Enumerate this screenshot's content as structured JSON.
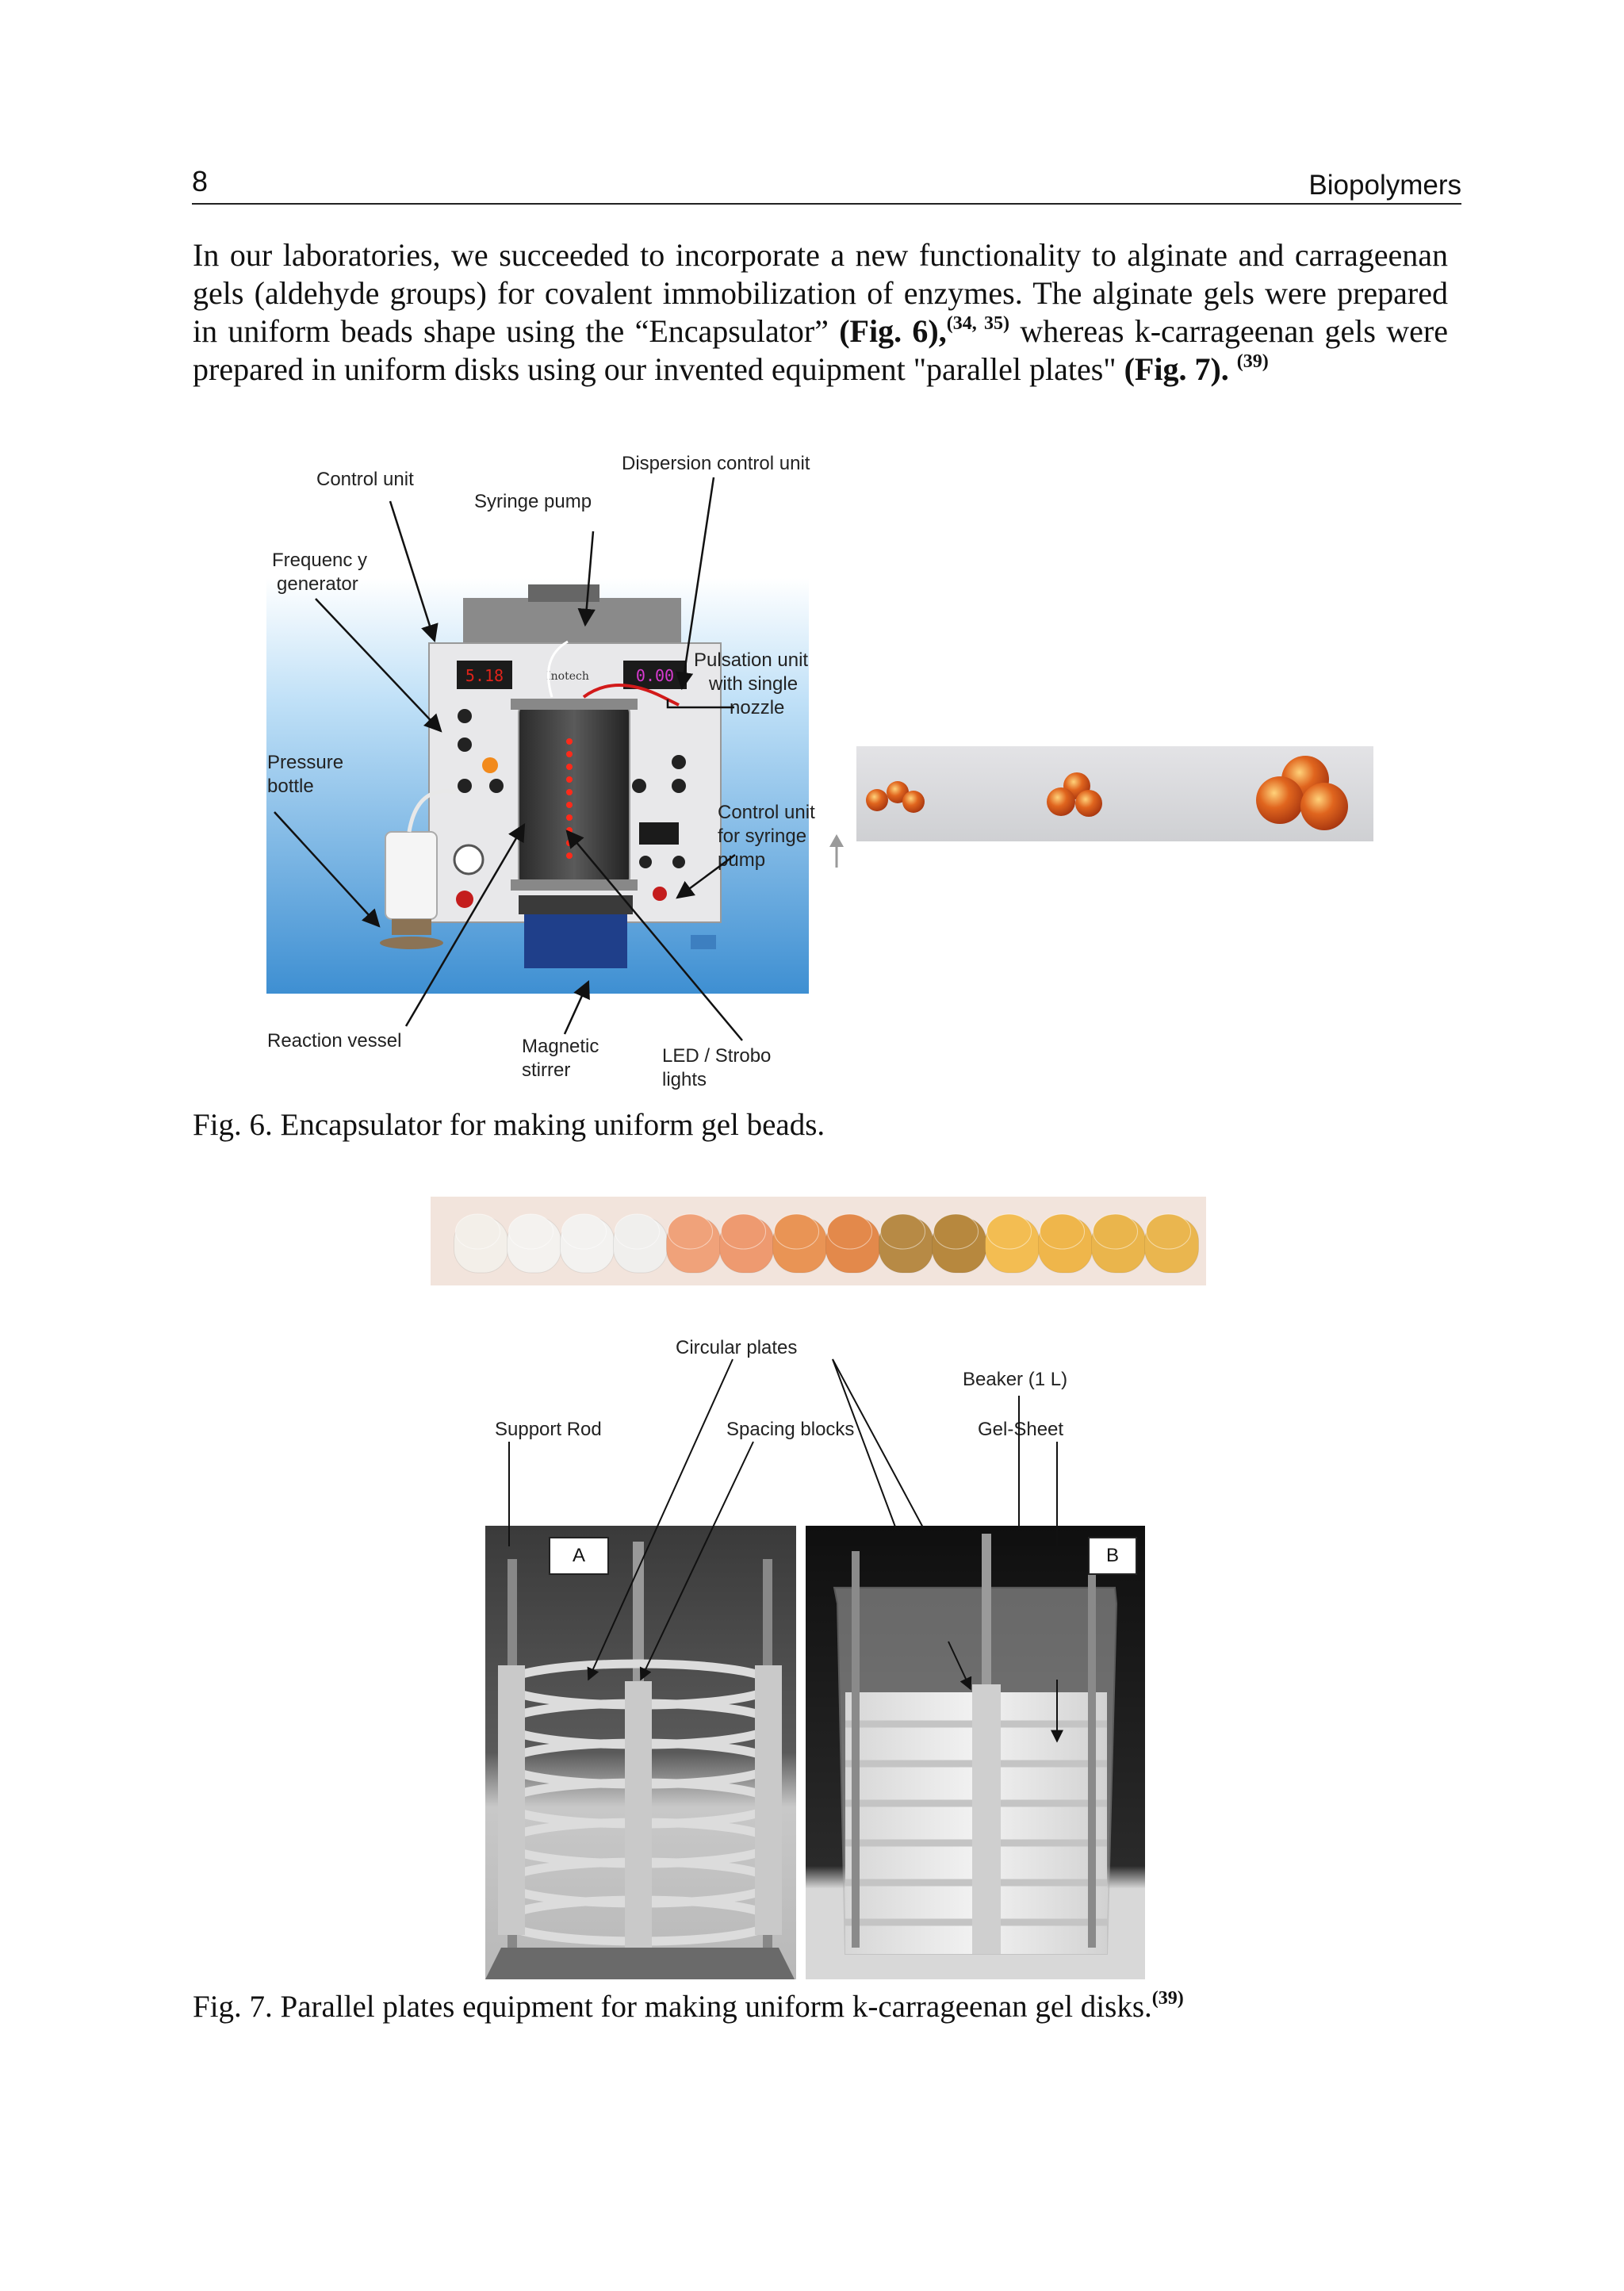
{
  "header": {
    "page_number": "8",
    "running_title": "Biopolymers"
  },
  "paragraph": {
    "text_1": "In our laboratories, we succeeded to incorporate a new functionality to alginate and carrageenan gels (aldehyde groups) for covalent immobilization of enzymes. The alginate gels were prepared in uniform beads shape using the “Encapsulator” ",
    "ref_fig6": "(Fig. 6),",
    "cite_fig6": "(34, 35)",
    "text_2": " whereas k-carrageenan gels were prepared in uniform disks using our invented equipment \"parallel plates\" ",
    "ref_fig7": "(Fig. 7).",
    "cite_fig7": "(39)"
  },
  "figure6": {
    "labels": {
      "control_unit": "Control unit",
      "syringe_pump": "Syringe pump",
      "dispersion_control_unit": "Dispersion control unit",
      "frequency_generator_1": "Frequenc  y",
      "frequency_generator_2": "generator",
      "pulsation_unit_1": "Pulsation unit",
      "pulsation_unit_2": "with single",
      "pulsation_unit_3": "nozzle",
      "pressure_bottle_1": "Pressure",
      "pressure_bottle_2": "bottle",
      "control_unit_syringe_1": "Control unit",
      "control_unit_syringe_2": "for syringe",
      "control_unit_syringe_3": "pump",
      "reaction_vessel": "Reaction vessel",
      "magnetic_stirrer_1": "Magnetic",
      "magnetic_stirrer_2": "stirrer",
      "led_1": "LED   / Strobo",
      "led_2": "lights"
    },
    "device_display_left": "5.18",
    "device_display_right": "0.00",
    "device_brand": "Inotech",
    "caption": "Fig. 6. Encapsulator for making uniform gel beads."
  },
  "figure7": {
    "labels": {
      "circular_plates": "Circular plates",
      "beaker": "Beaker (1 L)",
      "support_rod": "Support   Rod",
      "spacing_blocks": "Spacing blocks",
      "gel_sheet": "Gel-Sheet",
      "panel_a": "A",
      "panel_b": "B"
    },
    "caption": "Fig. 7. Parallel plates equipment for making uniform k-carrageenan gel disks.",
    "caption_cite": "(39)"
  },
  "colors": {
    "bead_orange": "#e0651e",
    "disk_colors": [
      "#f3efe9",
      "#f4f2ef",
      "#f3f2f0",
      "#f0efed",
      "#f0a27a",
      "#ee9a70",
      "#e99455",
      "#e3894b",
      "#b78a45",
      "#b7883e",
      "#f3bd52",
      "#efb64b",
      "#eab54c",
      "#eab64f"
    ]
  }
}
